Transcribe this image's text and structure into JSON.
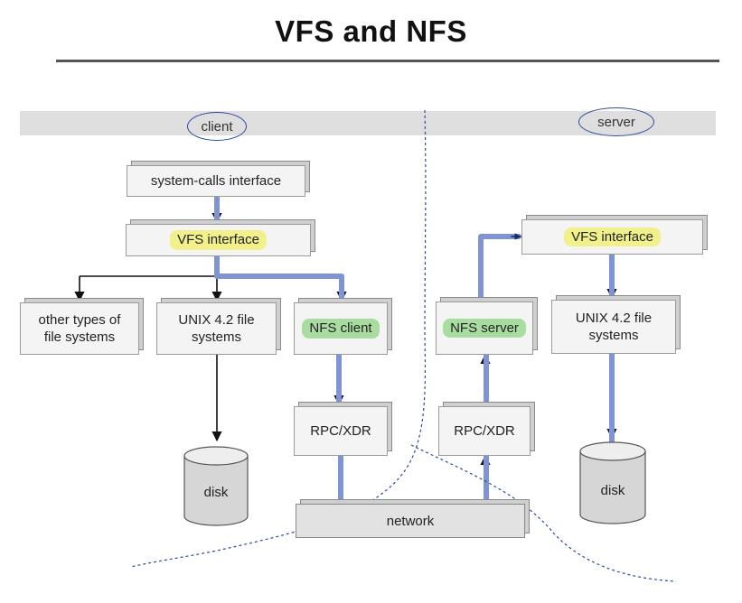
{
  "title": "VFS and NFS",
  "labels": {
    "client": "client",
    "server": "server"
  },
  "client": {
    "syscall": "system-calls interface",
    "vfs": "VFS interface",
    "other_fs": "other types of\nfile systems",
    "unix_fs": "UNIX 4.2 file\nsystems",
    "nfs_client": "NFS client",
    "rpc": "RPC/XDR",
    "disk": "disk"
  },
  "server": {
    "vfs": "VFS interface",
    "nfs_server": "NFS server",
    "unix_fs": "UNIX 4.2 file\nsystems",
    "rpc": "RPC/XDR",
    "disk": "disk"
  },
  "network": "network",
  "colors": {
    "flow": "#7f94d4",
    "flow_dark": "#3b54a8",
    "boundary": "#2a4aa0",
    "highlight_yellow": "#f1f08a",
    "highlight_green": "#a9dca0"
  }
}
